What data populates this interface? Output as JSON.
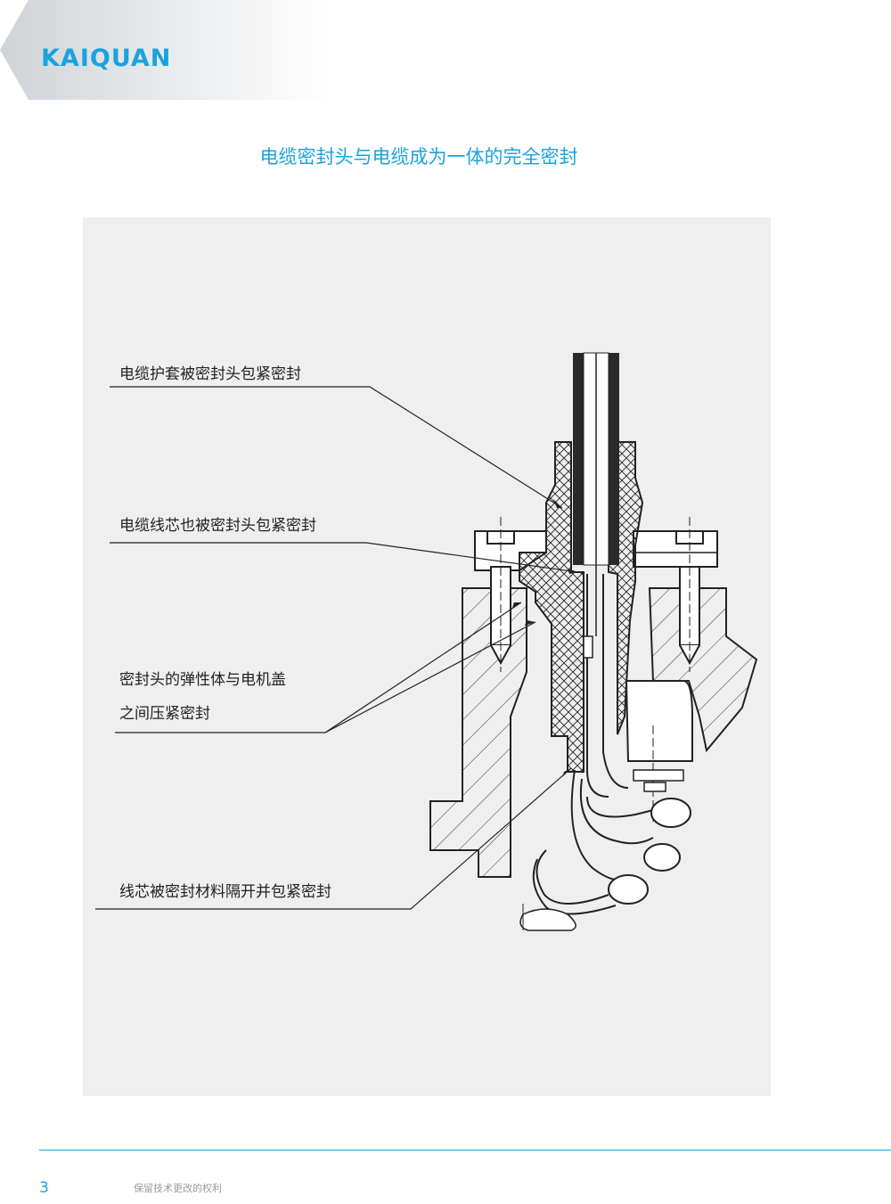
{
  "header": {
    "logo_text": "KAIQUAN"
  },
  "main": {
    "title": "电缆密封头与电缆成为一体的完全密封"
  },
  "figure": {
    "callouts": [
      {
        "text": "电缆护套被密封头包紧密封"
      },
      {
        "text": "电缆线芯也被密封头包紧密封"
      },
      {
        "text": "密封头的弹性体与电机盖"
      },
      {
        "text": "之间压紧密封"
      },
      {
        "text": "线芯被密封材料隔开并包紧密封"
      }
    ]
  },
  "footer": {
    "page_number": "3",
    "note": "保留技术更改的权利"
  },
  "colors": {
    "accent": "#1aa3dd",
    "figure_bg": "#efefef"
  }
}
